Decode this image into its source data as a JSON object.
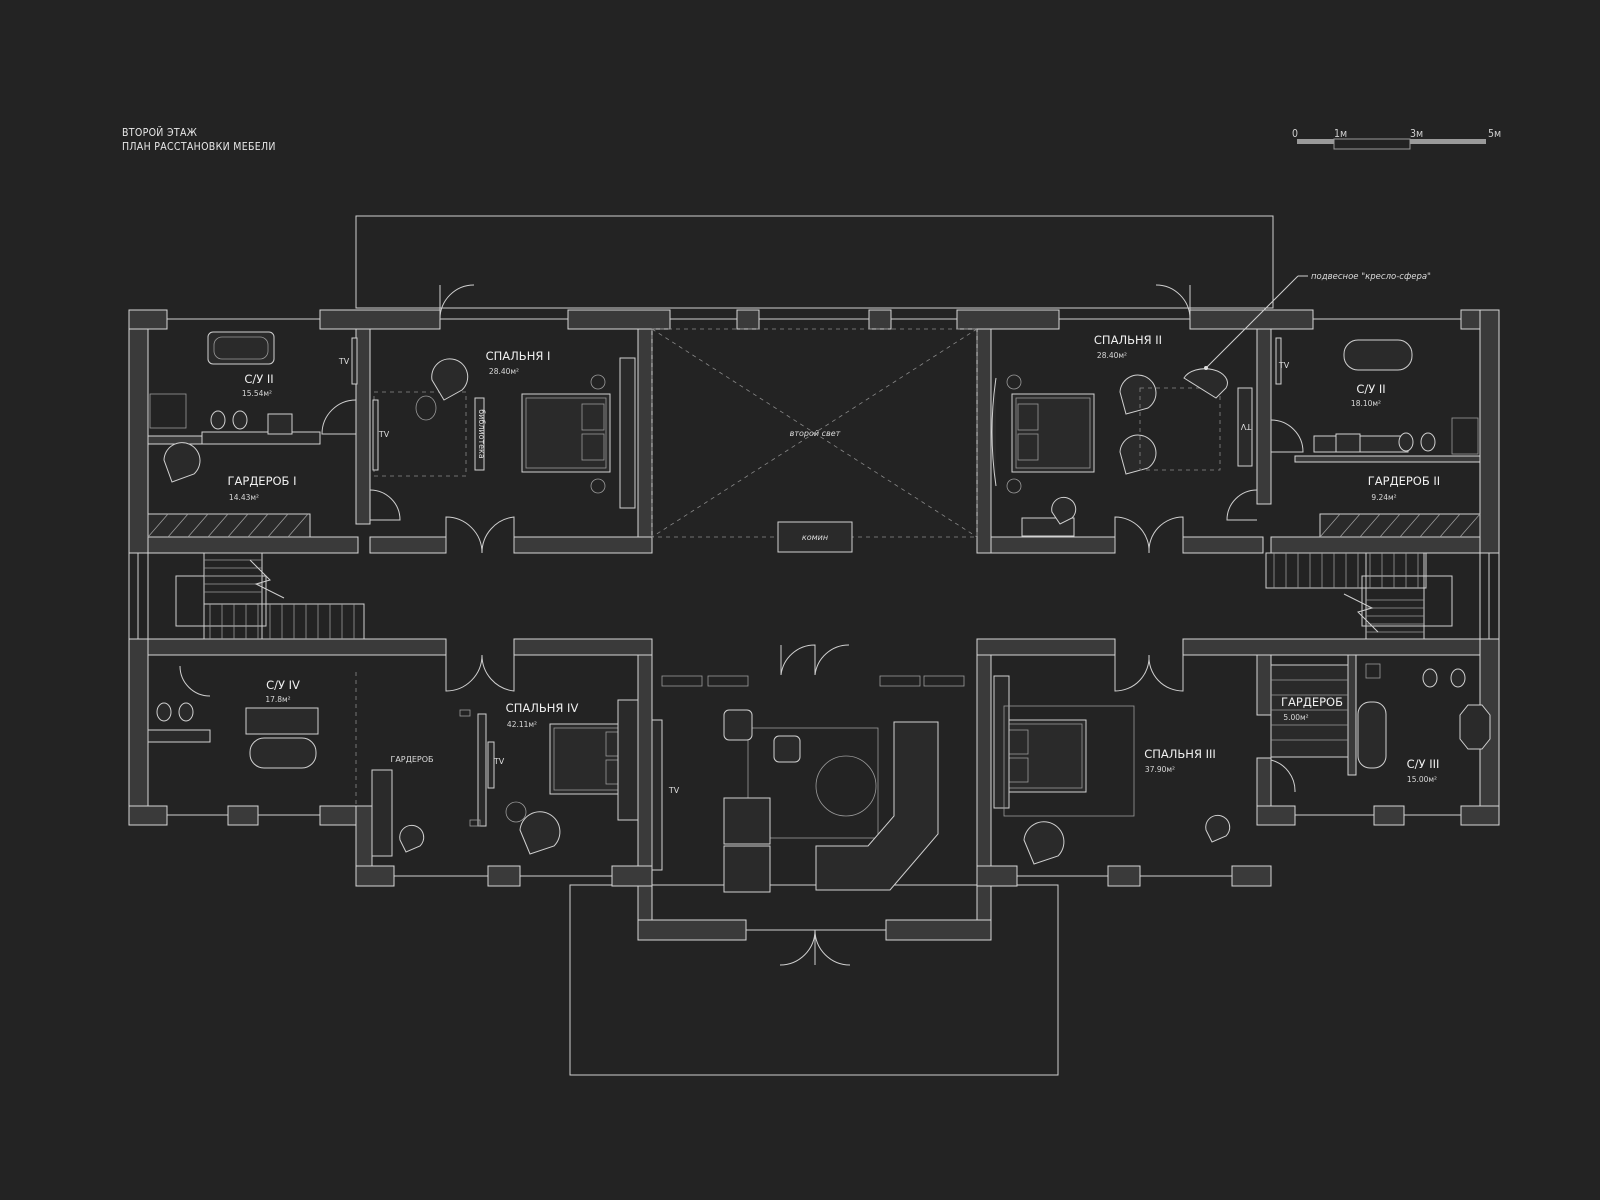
{
  "header": {
    "line1": "ВТОРОЙ ЭТАЖ",
    "line2": "ПЛАН РАССТАНОВКИ МЕБЕЛИ"
  },
  "scale": {
    "l0": "0",
    "l1": "1м",
    "l3": "3м",
    "l5": "5м"
  },
  "rooms": {
    "bath2_left": {
      "name": "С/У II",
      "area": "15.54м²"
    },
    "wardrobe1": {
      "name": "ГАРДЕРОБ I",
      "area": "14.43м²"
    },
    "bedroom1": {
      "name": "СПАЛЬНЯ I",
      "area": "28.40м²"
    },
    "bedroom2": {
      "name": "СПАЛЬНЯ II",
      "area": "28.40м²"
    },
    "bath2_right": {
      "name": "С/У II",
      "area": "18.10м²"
    },
    "wardrobe2": {
      "name": "ГАРДЕРОБ II",
      "area": "9.24м²"
    },
    "bath4": {
      "name": "С/У IV",
      "area": "17.8м²"
    },
    "bedroom4": {
      "name": "СПАЛЬНЯ IV",
      "area": "42.11м²"
    },
    "bedroom3": {
      "name": "СПАЛЬНЯ III",
      "area": "37.90м²"
    },
    "wardrobe_sm": {
      "name": "ГАРДЕРОБ",
      "area": "5.00м²"
    },
    "bath3": {
      "name": "С/У III",
      "area": "15.00м²"
    }
  },
  "labels": {
    "wardrobe_plain": "ГАРДЕРОБ",
    "second_light": "второй свет",
    "chimney": "комин",
    "tv": "TV",
    "library": "библиотека",
    "sphere_note": "подвесное \"кресло-сфера\""
  },
  "colors": {
    "background": "#232323",
    "lines": "#d6d6d6",
    "wall_fill": "#3a3a3a"
  }
}
